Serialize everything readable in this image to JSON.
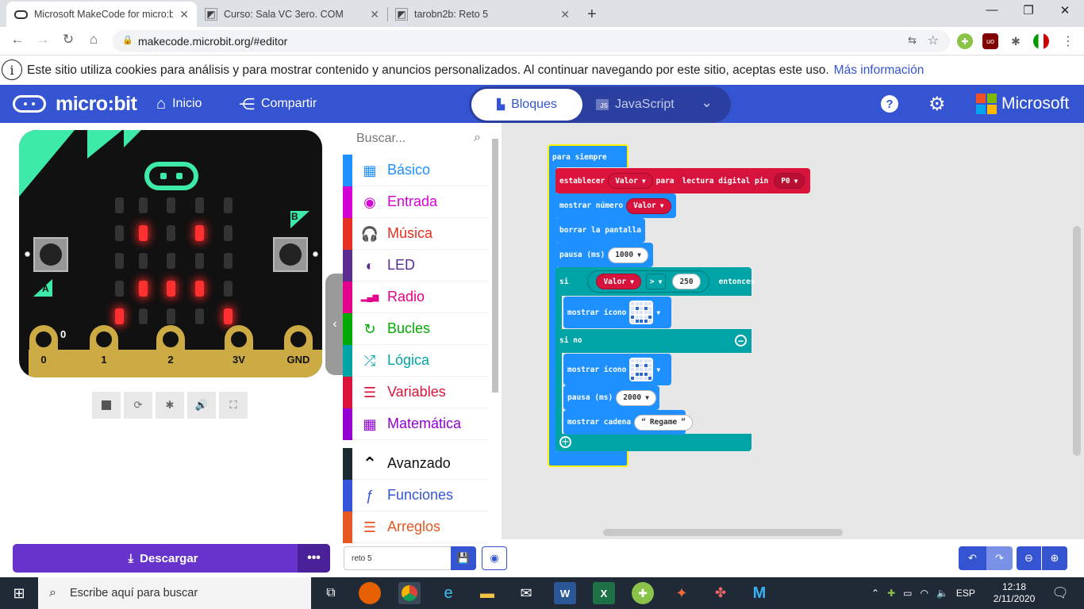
{
  "browser": {
    "tabs": [
      {
        "title": "Microsoft MakeCode for micro:bi",
        "active": true
      },
      {
        "title": "Curso: Sala VC 3ero. COM",
        "active": false
      },
      {
        "title": "tarobn2b: Reto 5",
        "active": false
      }
    ],
    "url": "makecode.microbit.org/#editor"
  },
  "cookie": {
    "text": "Este sitio utiliza cookies para análisis y para mostrar contenido y anuncios personalizados. Al continuar navegando por este sitio, aceptas este uso.",
    "link": "Más información"
  },
  "header": {
    "logo": "micro:bit",
    "home": "Inicio",
    "share": "Compartir",
    "blocks": "Bloques",
    "javascript": "JavaScript",
    "microsoft": "Microsoft"
  },
  "simulator": {
    "pins": [
      "0",
      "1",
      "2",
      "3V",
      "GND"
    ],
    "pin0_value": "0",
    "button_a": "A",
    "button_b": "B",
    "leds": [
      [
        0,
        0,
        0,
        0,
        0
      ],
      [
        0,
        1,
        0,
        1,
        0
      ],
      [
        0,
        0,
        0,
        0,
        0
      ],
      [
        0,
        1,
        1,
        1,
        0
      ],
      [
        1,
        0,
        0,
        0,
        1
      ]
    ]
  },
  "toolbox": {
    "search_placeholder": "Buscar...",
    "categories": [
      {
        "label": "Básico",
        "color": "#1e90ff",
        "icon": "grid-icon"
      },
      {
        "label": "Entrada",
        "color": "#d400d4",
        "icon": "target-icon"
      },
      {
        "label": "Música",
        "color": "#e63022",
        "icon": "headphones-icon"
      },
      {
        "label": "LED",
        "color": "#5c2d91",
        "icon": "toggle-icon"
      },
      {
        "label": "Radio",
        "color": "#e3008c",
        "icon": "signal-icon"
      },
      {
        "label": "Bucles",
        "color": "#00aa00",
        "icon": "refresh-icon"
      },
      {
        "label": "Lógica",
        "color": "#00a4a6",
        "icon": "shuffle-icon"
      },
      {
        "label": "Variables",
        "color": "#dc143c",
        "icon": "list-icon"
      },
      {
        "label": "Matemática",
        "color": "#9400d3",
        "icon": "calculator-icon"
      }
    ],
    "advanced": {
      "label": "Avanzado",
      "color": "#1a2a30"
    },
    "advanced_categories": [
      {
        "label": "Funciones",
        "color": "#3455db",
        "icon": "function-icon"
      },
      {
        "label": "Arreglos",
        "color": "#e65722",
        "icon": "ordered-list-icon"
      }
    ]
  },
  "blocks": {
    "forever": "para siempre",
    "set": "establecer",
    "var": "Valor",
    "to": "para",
    "digital_read": "lectura digital pin",
    "pin": "P0",
    "show_number": "mostrar número",
    "clear": "borrar la pantalla",
    "pause": "pausa (ms)",
    "pause1": "1000",
    "if": "si",
    "op": ">",
    "threshold": "250",
    "then": "entonces",
    "show_icon": "mostrar ícono",
    "else": "si no",
    "pause2": "2000",
    "show_string": "mostrar cadena",
    "string_val": "Regame",
    "icon_happy": [
      [
        0,
        0,
        0,
        0,
        0
      ],
      [
        0,
        1,
        0,
        1,
        0
      ],
      [
        0,
        0,
        0,
        0,
        0
      ],
      [
        1,
        0,
        0,
        0,
        1
      ],
      [
        0,
        1,
        1,
        1,
        0
      ]
    ],
    "icon_sad": [
      [
        0,
        0,
        0,
        0,
        0
      ],
      [
        0,
        1,
        0,
        1,
        0
      ],
      [
        0,
        0,
        0,
        0,
        0
      ],
      [
        0,
        1,
        1,
        1,
        0
      ],
      [
        1,
        0,
        0,
        0,
        1
      ]
    ]
  },
  "bottom": {
    "download": "Descargar",
    "project_name": "reto 5"
  },
  "taskbar": {
    "search": "Escribe aquí para buscar",
    "lang": "ESP",
    "time": "12:18",
    "date": "2/11/2020"
  }
}
